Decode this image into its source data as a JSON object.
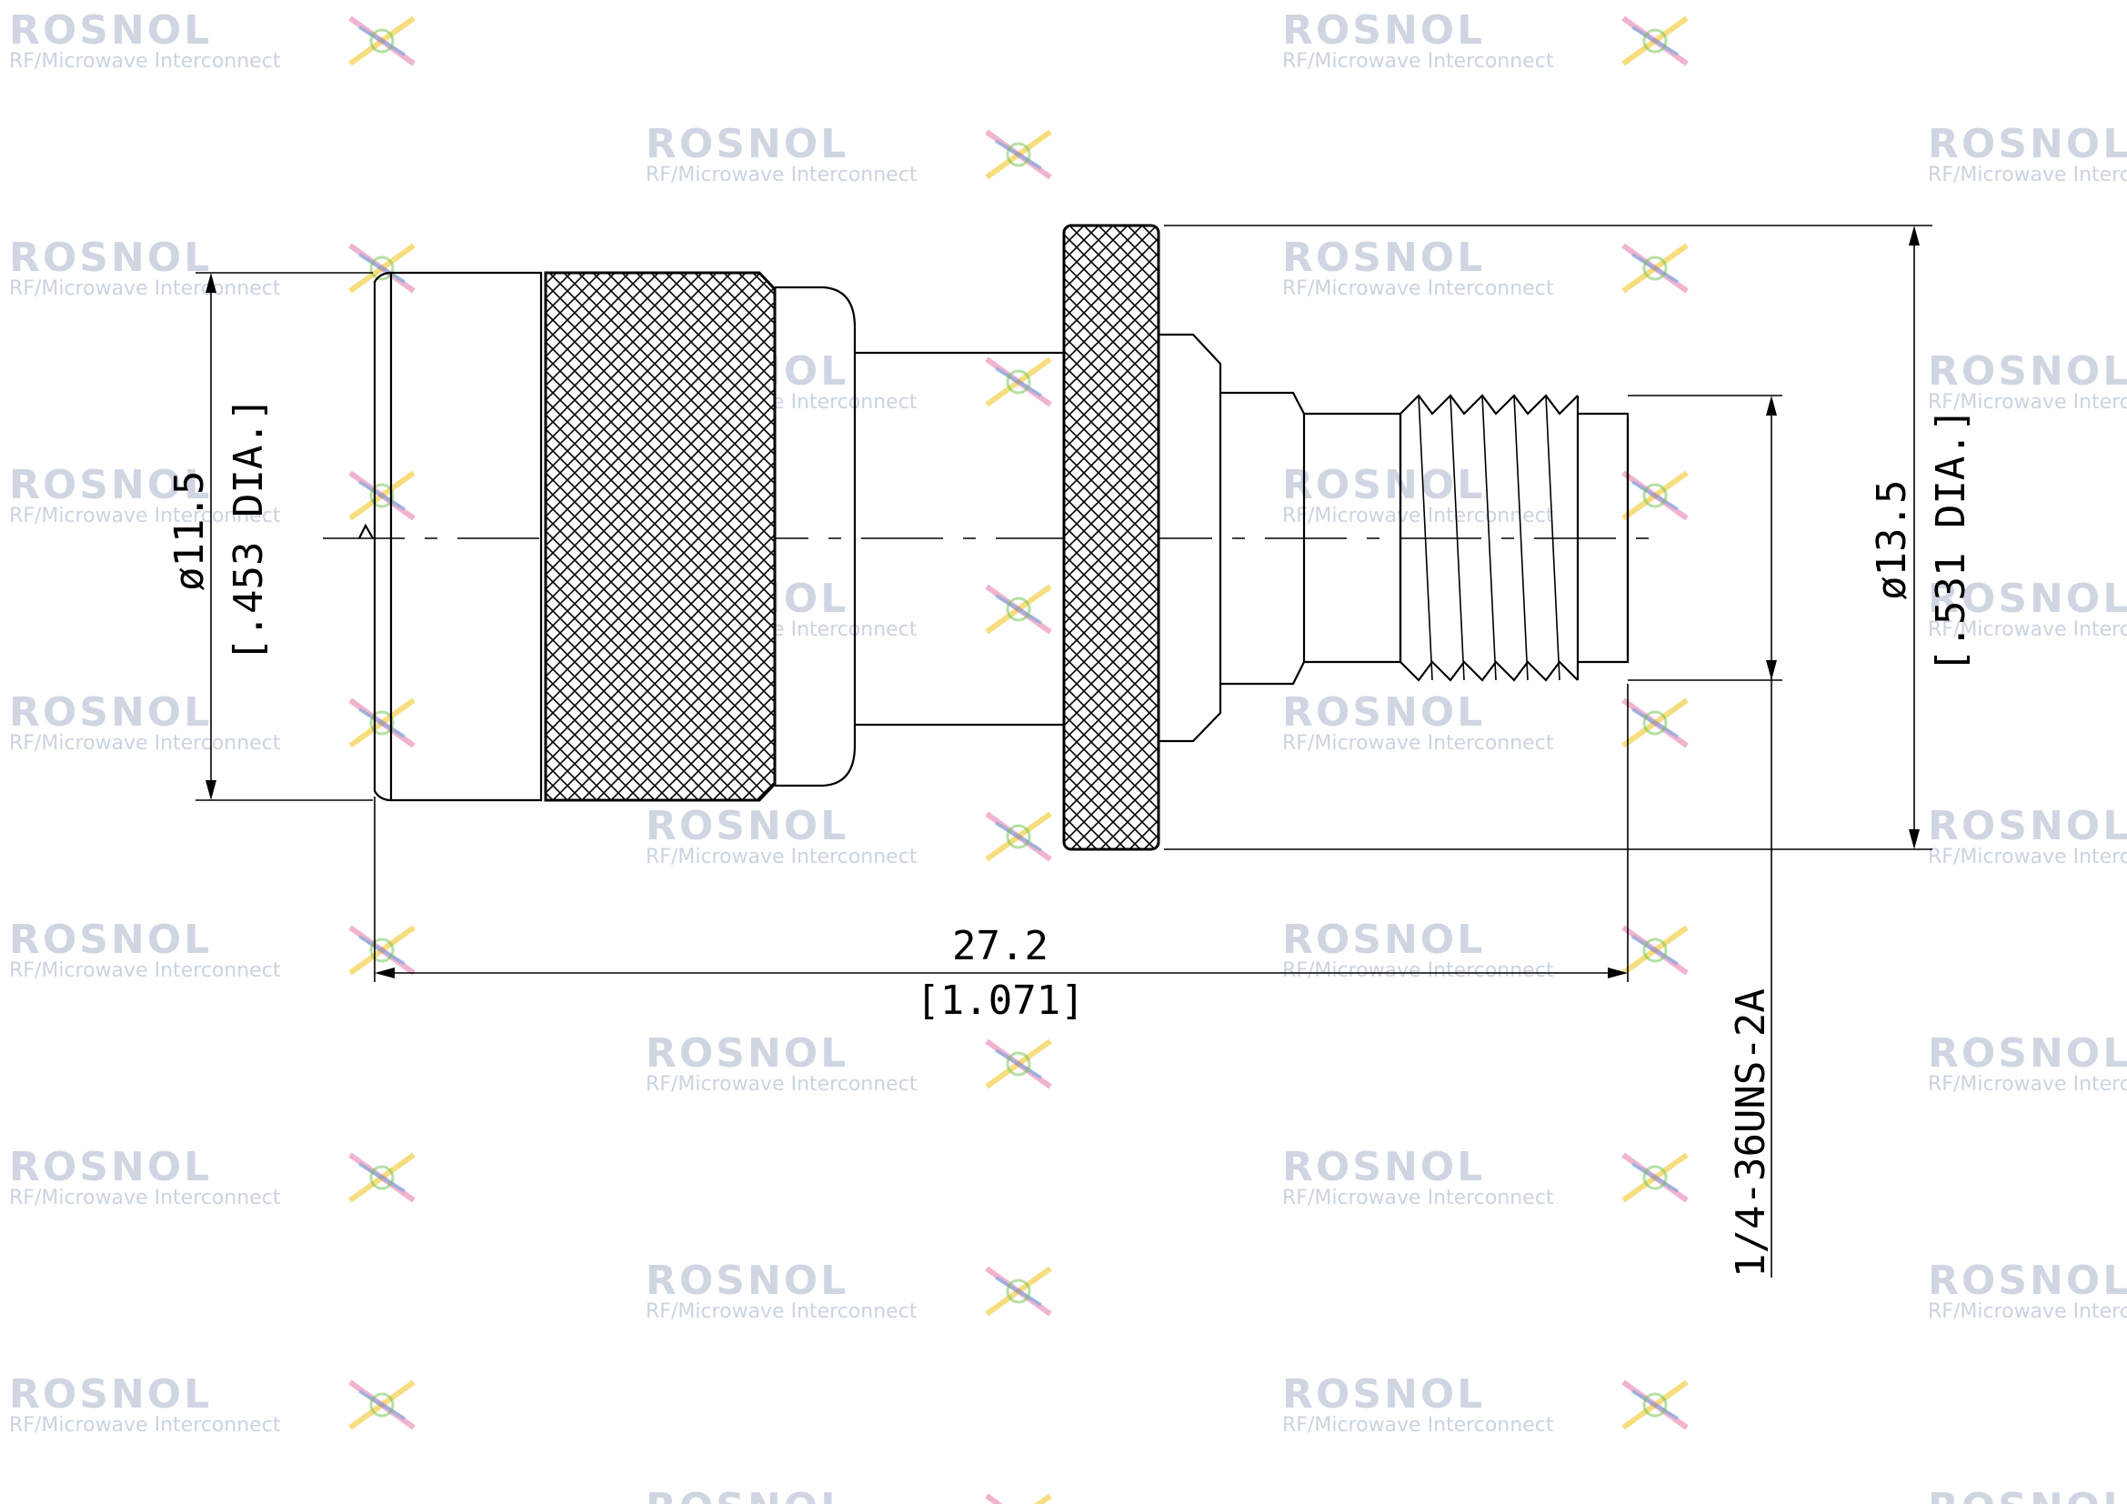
{
  "watermark": {
    "brand": "ROSNOL",
    "tagline": "RF/Microwave Interconnect",
    "logo_colors": [
      "#f0c419",
      "#e05a9a",
      "#4aa3df",
      "#6cc24a"
    ]
  },
  "dimensions": {
    "left_diameter": "ø11.5",
    "left_diameter_inch": "[.453 DIA.]",
    "right_diameter": "ø13.5",
    "right_diameter_inch": "[.531 DIA.]",
    "length": "27.2",
    "length_inch": "[1.071]",
    "thread": "1/4-36UNS-2A"
  }
}
